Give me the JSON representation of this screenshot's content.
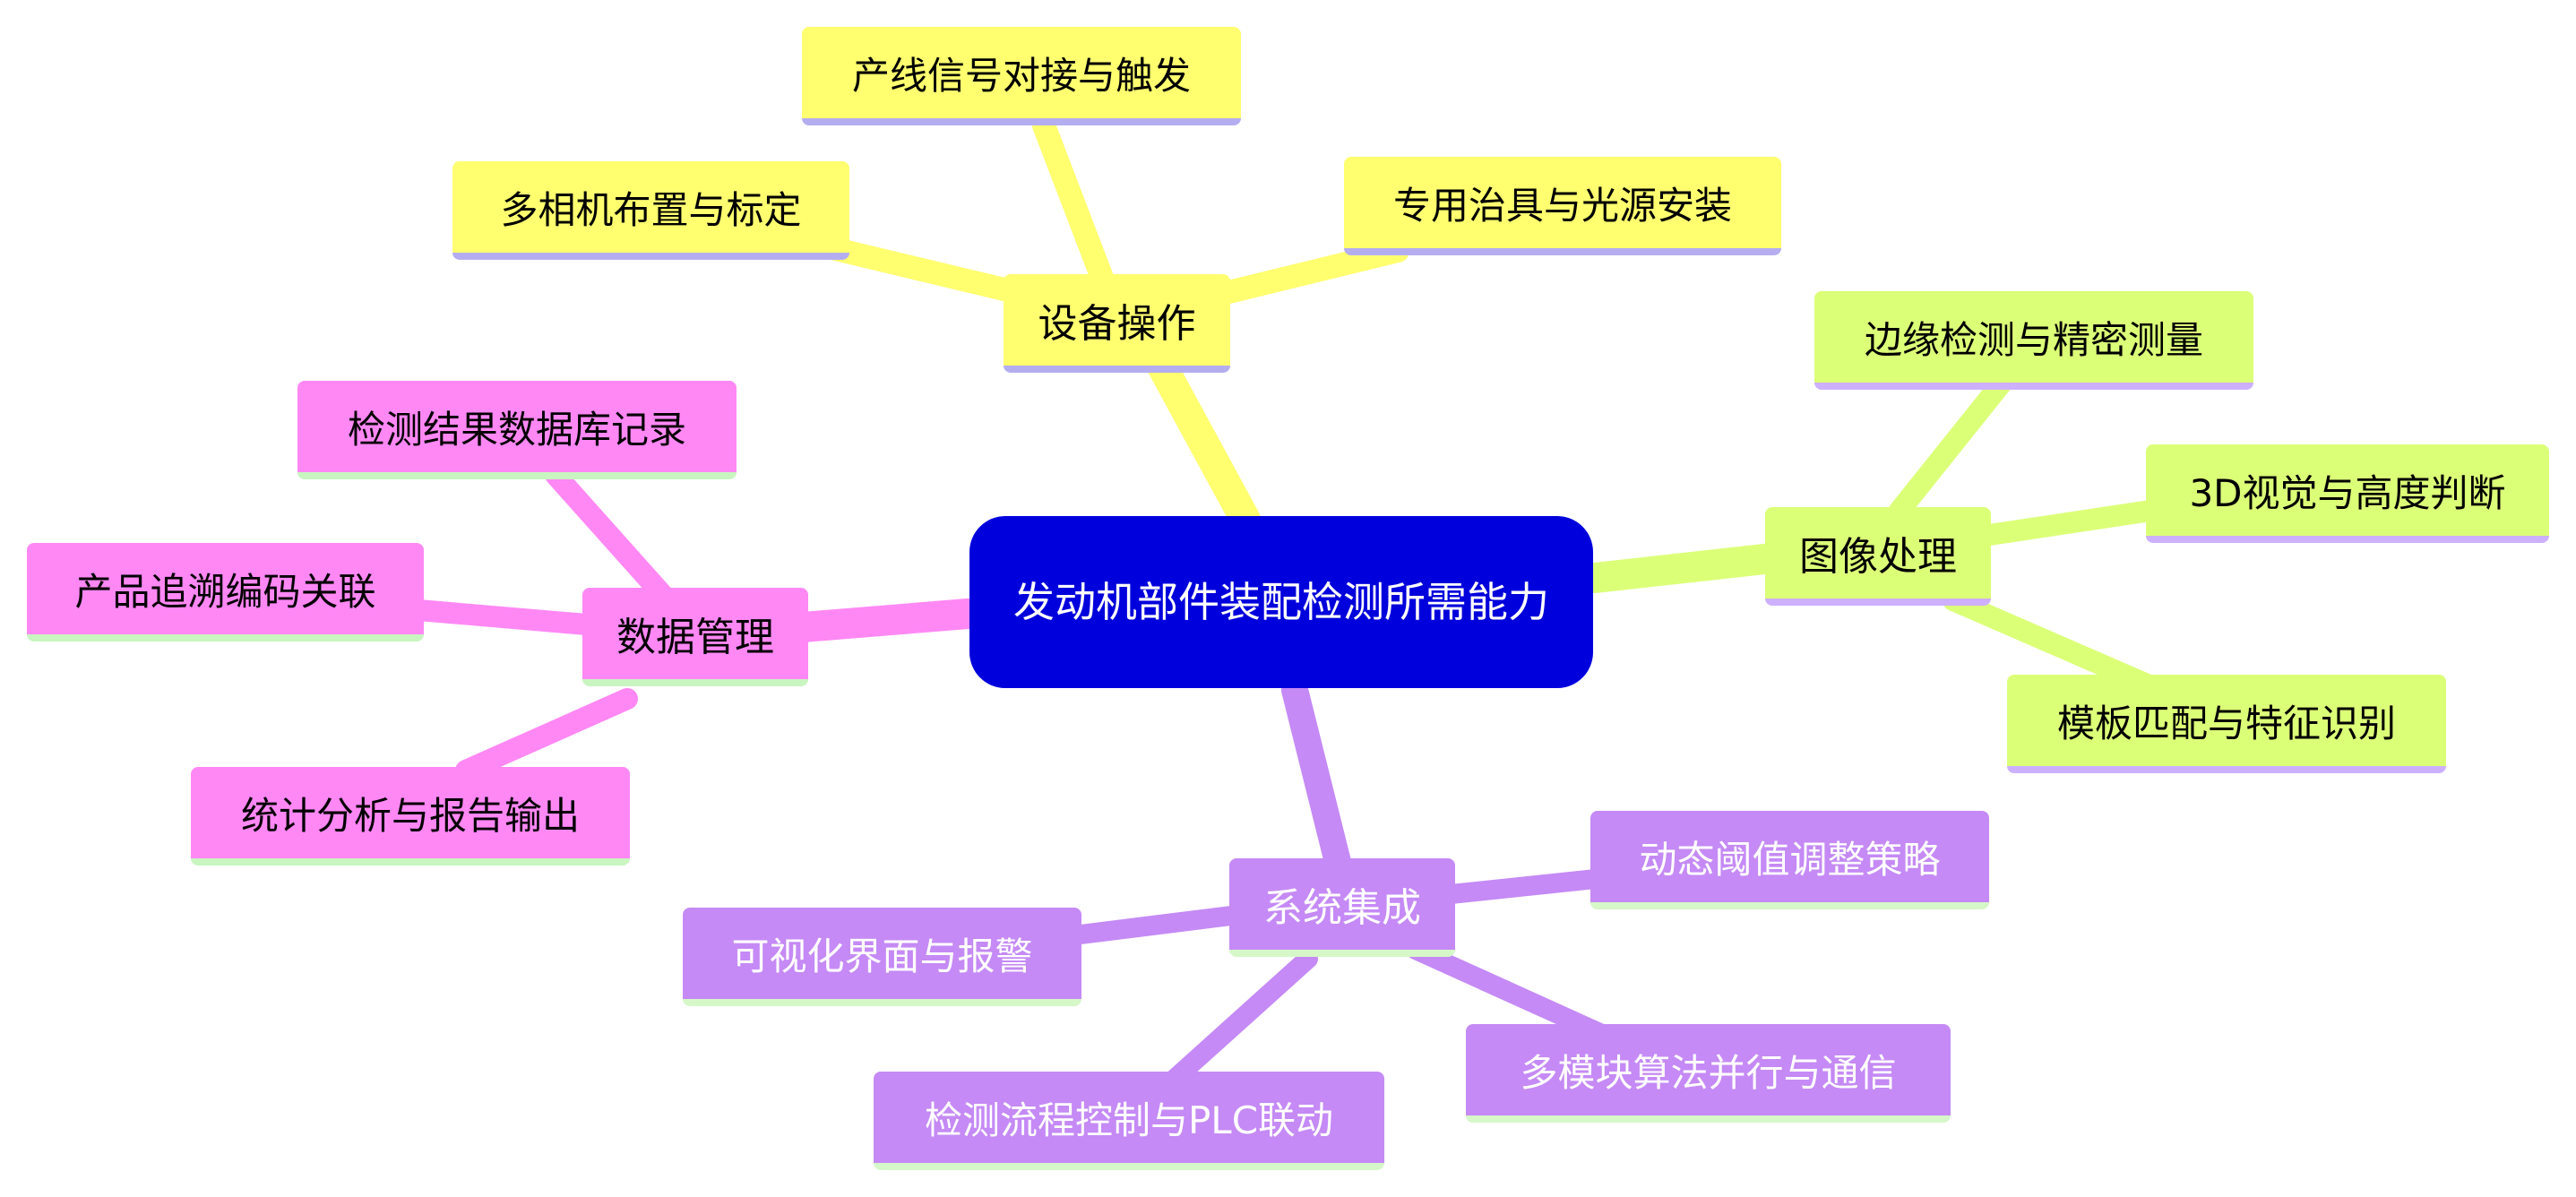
{
  "root": {
    "label": "发动机部件装配检测所需能力",
    "color": "#0000dc"
  },
  "branches": {
    "equipment": {
      "label": "设备操作",
      "color": "#ffff70",
      "children": [
        "产线信号对接与触发",
        "多相机布置与标定",
        "专用治具与光源安装"
      ]
    },
    "image": {
      "label": "图像处理",
      "color": "#dcff78",
      "children": [
        "边缘检测与精密测量",
        "3D视觉与高度判断",
        "模板匹配与特征识别"
      ]
    },
    "data": {
      "label": "数据管理",
      "color": "#ff88f5",
      "children": [
        "检测结果数据库记录",
        "产品追溯编码关联",
        "统计分析与报告输出"
      ]
    },
    "system": {
      "label": "系统集成",
      "color": "#c58af5",
      "children": [
        "动态阈值调整策略",
        "可视化界面与报警",
        "多模块算法并行与通信",
        "检测流程控制与PLC联动"
      ]
    }
  }
}
